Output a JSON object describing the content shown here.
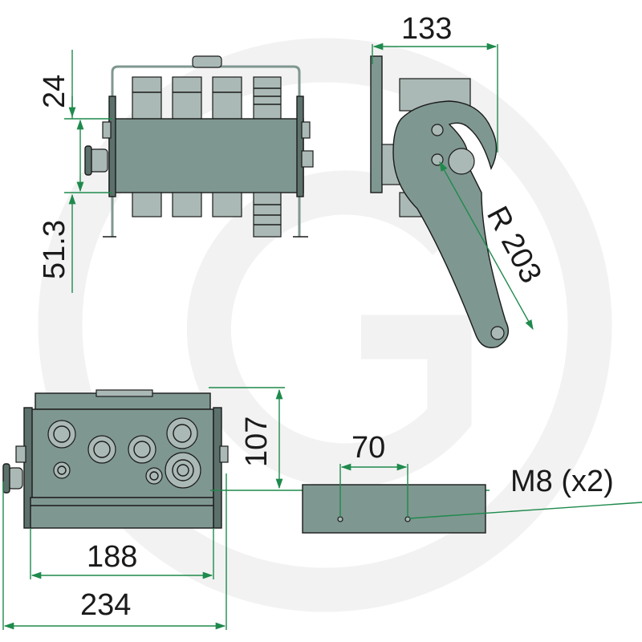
{
  "dimensions": {
    "top_height": "24",
    "mid_height": "51.3",
    "side_width": "133",
    "radius": "R 203",
    "block_height": "107",
    "inner_width": "188",
    "outer_width": "234",
    "hole_spacing": "70",
    "thread": "M8 (x2)"
  },
  "colors": {
    "part_fill": "#7f9791",
    "dimension_line": "#1e8a4c",
    "watermark": "#f0f0f0"
  }
}
